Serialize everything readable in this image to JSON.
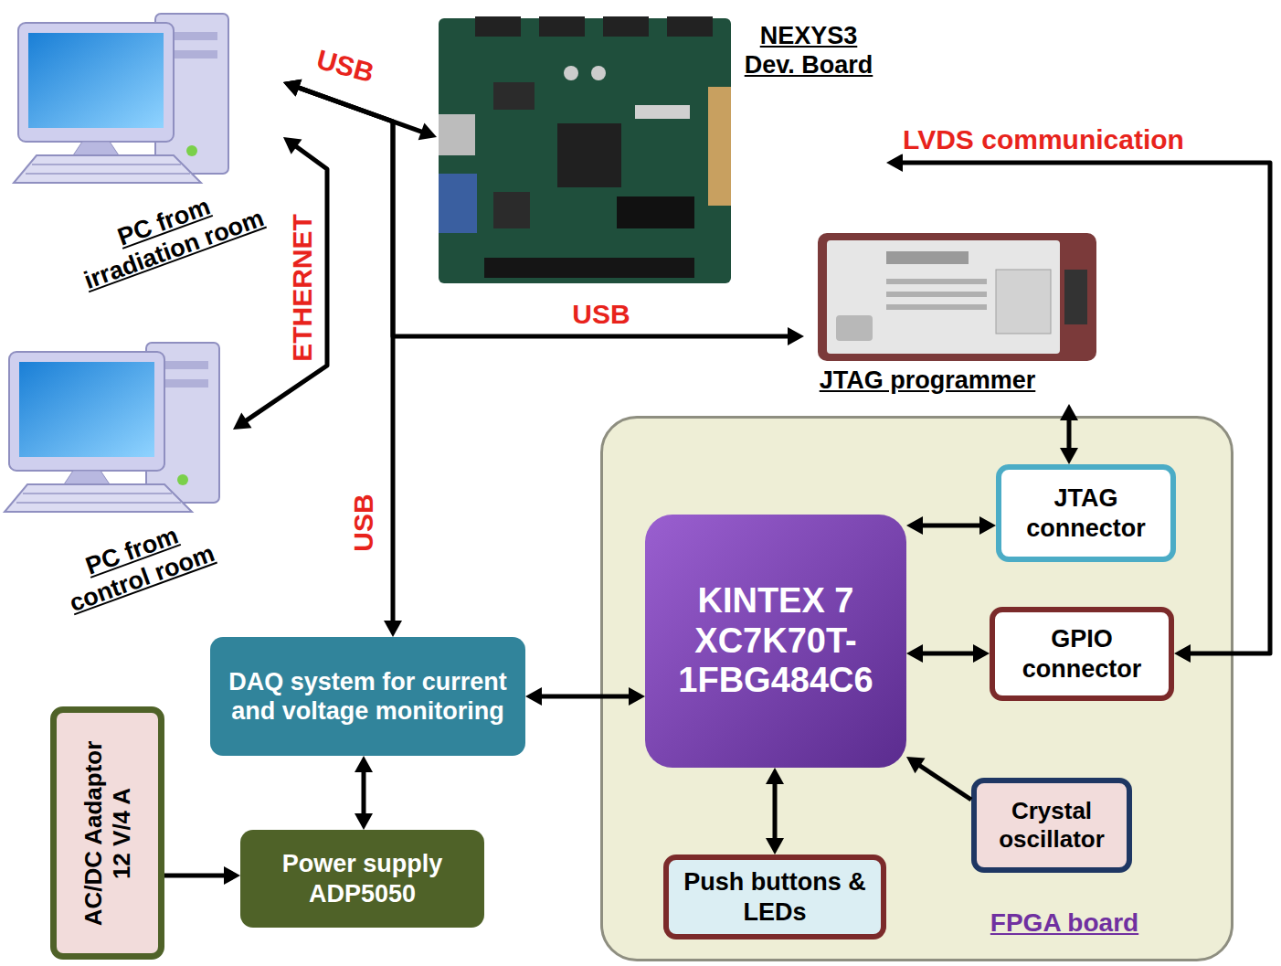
{
  "diagram": {
    "nodes": [
      {
        "text": [
          "PC from irradiation room"
        ]
      },
      {
        "text": [
          "NEXYS3 Dev. Board"
        ]
      },
      {
        "text": [
          "PC from control room"
        ]
      },
      {
        "text": [
          "JTAG programmer"
        ]
      },
      {
        "text": [
          "FPGA board"
        ]
      },
      {
        "text": [
          "JTAG connector"
        ],
        "in": 4
      },
      {
        "text": [
          "KINTEX 7 XC7K70T-1FBG484C6"
        ],
        "in": 4
      },
      {
        "text": [
          "GPIO connector"
        ],
        "in": 4
      },
      {
        "text": [
          "DAQ system for current and voltage monitoring"
        ]
      },
      {
        "text": [
          "Crystal oscillator"
        ],
        "in": 4
      },
      {
        "text": [
          "Push buttons & LEDs"
        ],
        "in": 4
      },
      {
        "text": [
          "AC/DC Aadaptor 12 V/4 A"
        ]
      },
      {
        "text": [
          "Power supply ADP5050"
        ]
      }
    ],
    "edges": [
      {
        "from": 0,
        "to": 1,
        "arrow": "both",
        "label": "USB"
      },
      {
        "from": 0,
        "to": 3,
        "arrow": "both",
        "label": "USB"
      },
      {
        "from": 0,
        "to": 8,
        "arrow": "both",
        "label": "USB"
      },
      {
        "from": 0,
        "to": 2,
        "arrow": "both",
        "label": "ETHERNET"
      },
      {
        "from": 1,
        "to": 7,
        "arrow": "both",
        "label": "LVDS communication"
      },
      {
        "from": 3,
        "to": 5,
        "arrow": "both"
      },
      {
        "from": 5,
        "to": 6,
        "arrow": "both"
      },
      {
        "from": 7,
        "to": 6,
        "arrow": "both"
      },
      {
        "from": 9,
        "to": 6,
        "arrow": "to"
      },
      {
        "from": 6,
        "to": 10,
        "arrow": "both"
      },
      {
        "from": 8,
        "to": 6,
        "arrow": "both"
      },
      {
        "from": 8,
        "to": 12,
        "arrow": "both"
      },
      {
        "from": 11,
        "to": 12,
        "arrow": "to"
      }
    ]
  }
}
